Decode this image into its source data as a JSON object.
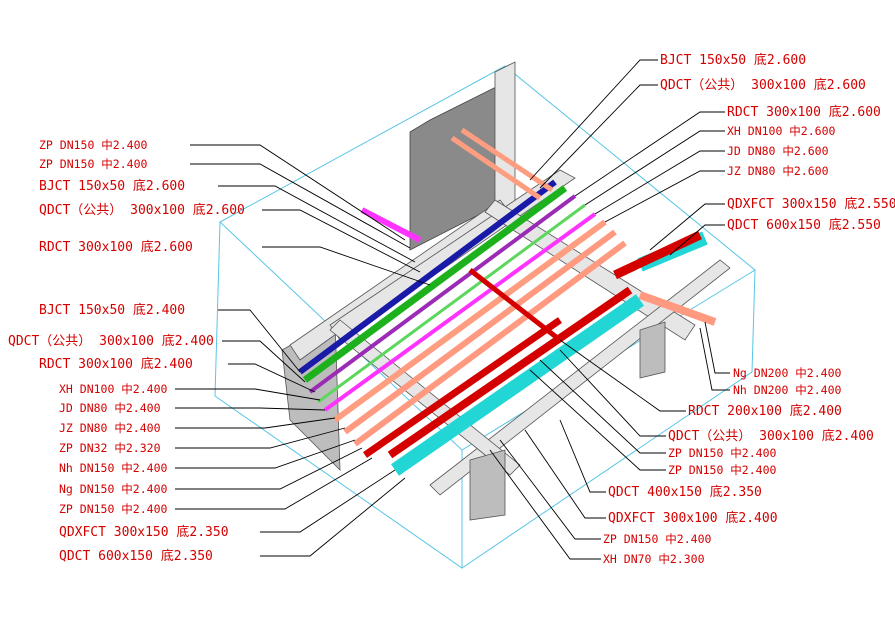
{
  "colors": {
    "label": "#d40000",
    "leader": "#000000",
    "room_box": "#59c6e6",
    "bjct": "#1a1aa8",
    "qdct_public": "#1db21d",
    "rdct": "#d40000",
    "xh": "#9b2bb5",
    "jd": "#5cd65c",
    "jz": "#ff33ff",
    "zp": "#ff9d80",
    "nh_ng": "#ff9980",
    "qdxfct": "#d40000",
    "qdct_600": "#22d6d6"
  },
  "labels": {
    "left": [
      "ZP DN150 中2.400",
      "ZP DN150 中2.400",
      "BJCT 150x50 底2.600",
      "QDCT（公共） 300x100 底2.600",
      "RDCT 300x100 底2.600",
      "BJCT 150x50 底2.400",
      "QDCT（公共） 300x100 底2.400",
      "RDCT 300x100 底2.400",
      "XH DN100 中2.400",
      "JD DN80 中2.400",
      "JZ DN80 中2.400",
      "ZP DN32 中2.320",
      "Nh DN150 中2.400",
      "Ng DN150 中2.400",
      "ZP DN150 中2.400",
      "QDXFCT 300x150 底2.350",
      "QDCT 600x150 底2.350"
    ],
    "right": [
      "BJCT 150x50 底2.600",
      "QDCT（公共） 300x100 底2.600",
      "RDCT 300x100 底2.600",
      "XH DN100 中2.600",
      "JD DN80 中2.600",
      "JZ DN80 中2.600",
      "QDXFCT 300x150 底2.550",
      "QDCT 600x150 底2.550",
      "Ng DN200 中2.400",
      "Nh DN200 中2.400",
      "RDCT 200x100 底2.400",
      "QDCT（公共） 300x100 底2.400",
      "ZP DN150 中2.400",
      "ZP DN150 中2.400",
      "QDCT 400x150 底2.350",
      "QDXFCT 300x100 底2.400",
      "ZP DN150 中2.400",
      "XH DN70 中2.300"
    ]
  }
}
